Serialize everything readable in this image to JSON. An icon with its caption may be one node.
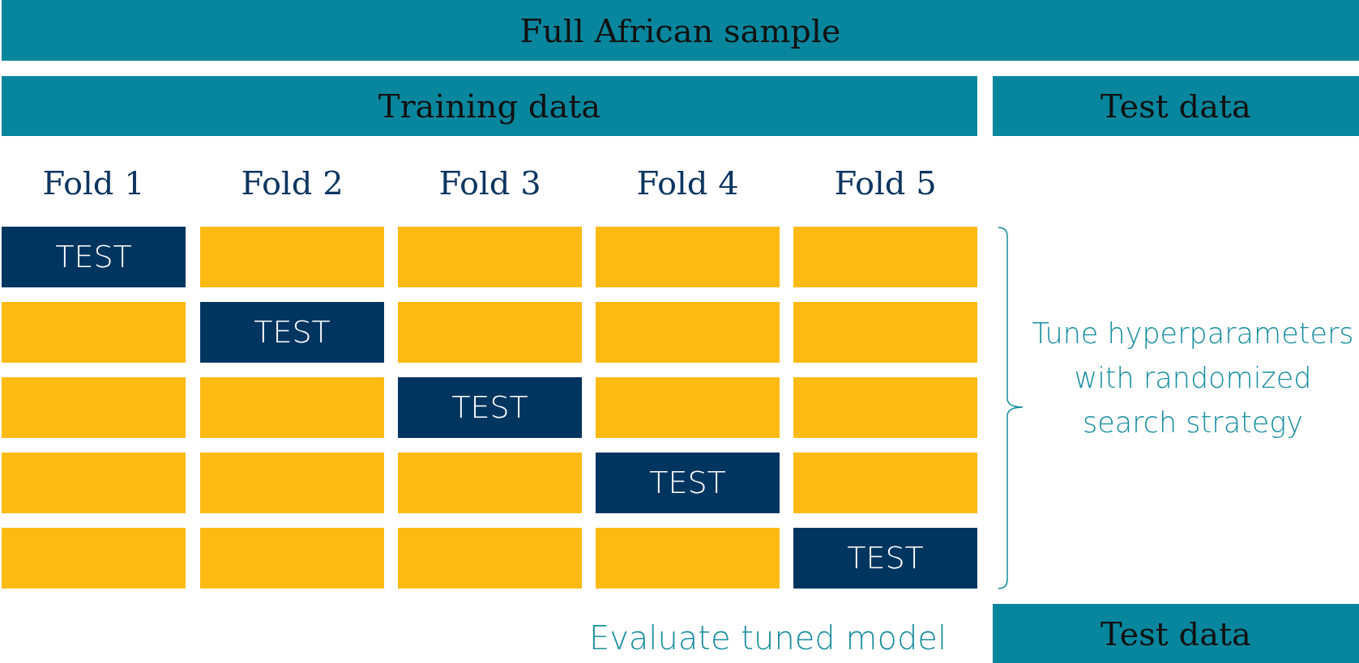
{
  "diagram": {
    "nodes": [
      {
        "text": [
          "Full African sample"
        ]
      },
      {
        "text": [
          "Training data"
        ]
      },
      {
        "text": [
          "Test data"
        ]
      },
      {
        "text": [
          "TEST"
        ]
      },
      {
        "text": [],
        "shape": "box"
      },
      {
        "text": [],
        "shape": "box"
      },
      {
        "text": [],
        "shape": "box"
      },
      {
        "text": [],
        "shape": "box"
      },
      {
        "text": [],
        "shape": "box"
      },
      {
        "text": [
          "TEST"
        ]
      },
      {
        "text": [],
        "shape": "box"
      },
      {
        "text": [],
        "shape": "box"
      },
      {
        "text": [],
        "shape": "box"
      },
      {
        "text": [],
        "shape": "box"
      },
      {
        "text": [],
        "shape": "box"
      },
      {
        "text": [
          "TEST"
        ]
      },
      {
        "text": [],
        "shape": "box"
      },
      {
        "text": [],
        "shape": "box"
      },
      {
        "text": [],
        "shape": "box"
      },
      {
        "text": [],
        "shape": "box"
      },
      {
        "text": [],
        "shape": "box"
      },
      {
        "text": [
          "TEST"
        ]
      },
      {
        "text": [],
        "shape": "box"
      },
      {
        "text": [],
        "shape": "box"
      },
      {
        "text": [],
        "shape": "box"
      },
      {
        "text": [],
        "shape": "box"
      },
      {
        "text": [],
        "shape": "box"
      },
      {
        "text": [
          "TEST"
        ]
      },
      {
        "text": [
          "Test data"
        ]
      }
    ],
    "edges": [],
    "labels": [
      "Fold 1",
      "Fold 2",
      "Fold 3",
      "Fold 4",
      "Fold 5",
      "Tune hyperparameters with randomized search strategy",
      "Evaluate tuned model"
    ]
  }
}
